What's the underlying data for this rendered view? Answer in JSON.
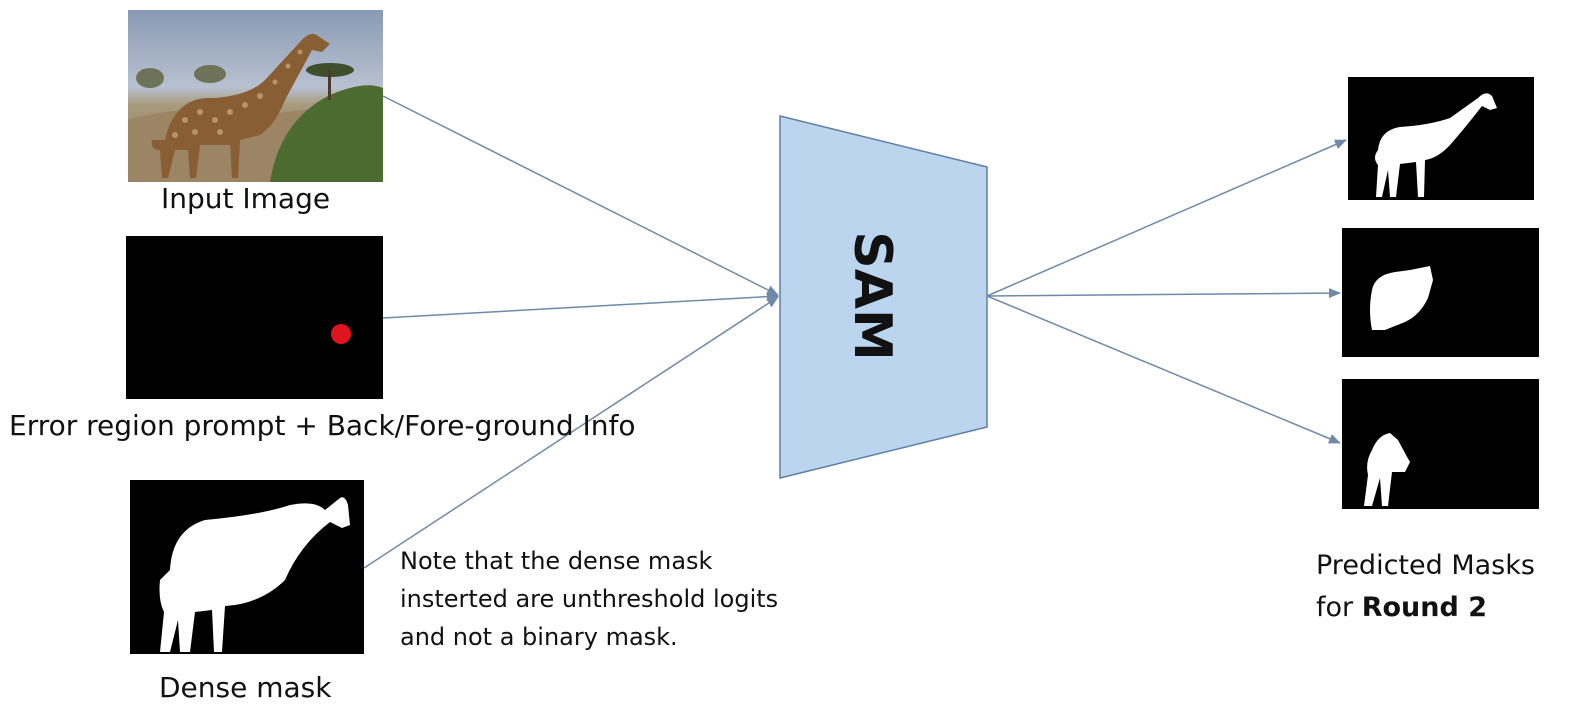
{
  "inputs": {
    "input_image_label": "Input Image",
    "prompt_label": "Error region prompt + Back/Fore-ground Info",
    "dense_mask_label": "Dense mask"
  },
  "model": {
    "name": "SAM"
  },
  "note": {
    "line1": "Note that the dense mask",
    "line2": "insterted are unthreshold logits",
    "line3": "and not a binary mask."
  },
  "outputs": {
    "label_line1": "Predicted Masks",
    "label_line2_prefix": "for",
    "label_line2_bold": "Round 2"
  },
  "colors": {
    "arrow": "#6f8aa8",
    "sam_fill": "#bcd5ee",
    "sam_stroke": "#5f7fa5",
    "prompt_point": "#e0141e"
  }
}
